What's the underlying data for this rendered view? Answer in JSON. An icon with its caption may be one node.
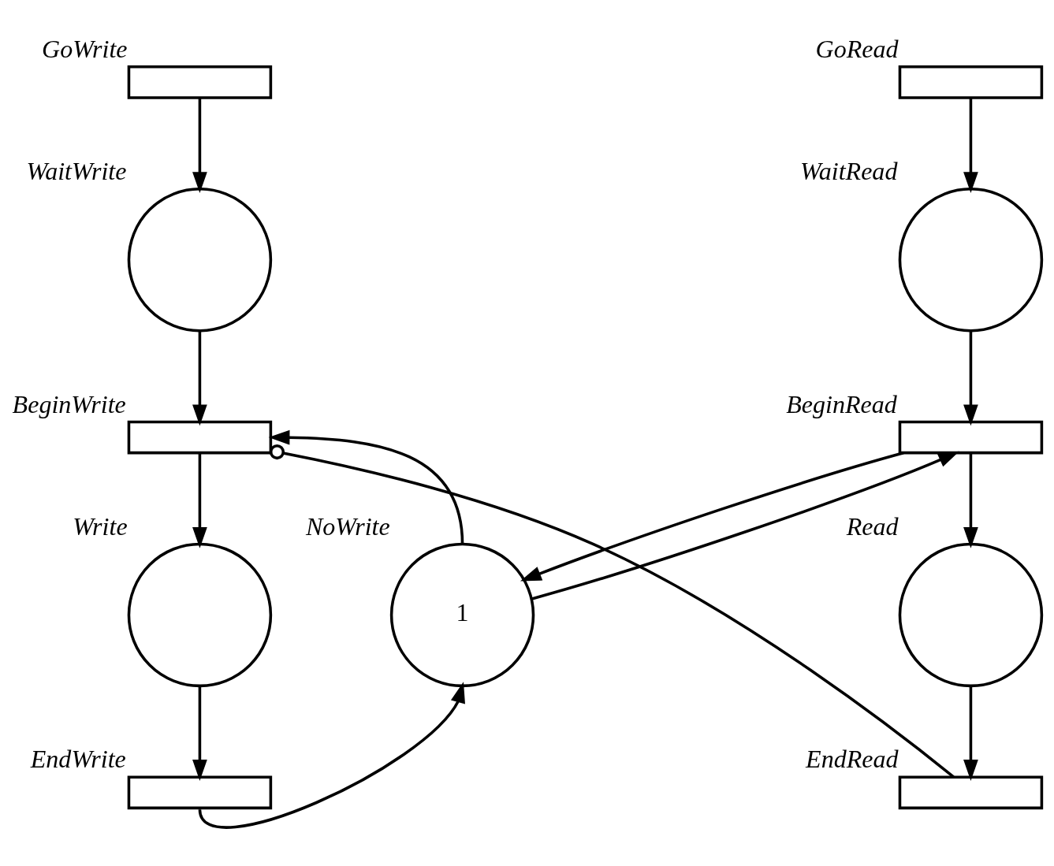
{
  "diagram": {
    "nodes": [
      {
        "text": [
          "GoWrite"
        ]
      },
      {
        "text": [
          "GoRead"
        ]
      },
      {
        "text": [
          "WaitWrite"
        ]
      },
      {
        "text": [
          "WaitRead"
        ]
      },
      {
        "text": [
          "BeginWrite"
        ]
      },
      {
        "text": [
          "BeginRead"
        ]
      },
      {
        "text": [
          "Write"
        ]
      },
      {
        "text": [
          "1",
          "NoWrite"
        ]
      },
      {
        "text": [
          "Read"
        ]
      },
      {
        "text": [
          "EndWrite"
        ]
      },
      {
        "text": [
          "EndRead"
        ]
      }
    ],
    "edges": [
      {
        "from": 0,
        "to": 2,
        "arrow": "to"
      },
      {
        "from": 2,
        "to": 4,
        "arrow": "to"
      },
      {
        "from": 4,
        "to": 6,
        "arrow": "to"
      },
      {
        "from": 6,
        "to": 9,
        "arrow": "to"
      },
      {
        "from": 1,
        "to": 3,
        "arrow": "to"
      },
      {
        "from": 3,
        "to": 5,
        "arrow": "to"
      },
      {
        "from": 5,
        "to": 8,
        "arrow": "to"
      },
      {
        "from": 8,
        "to": 10,
        "arrow": "to"
      },
      {
        "from": 7,
        "to": 4,
        "arrow": "to"
      },
      {
        "from": 7,
        "to": 5,
        "arrow": "to"
      },
      {
        "from": 5,
        "to": 7,
        "arrow": "to"
      },
      {
        "from": 9,
        "to": 7,
        "arrow": "to"
      },
      {
        "from": 10,
        "to": 4,
        "arrow": "other"
      }
    ]
  }
}
